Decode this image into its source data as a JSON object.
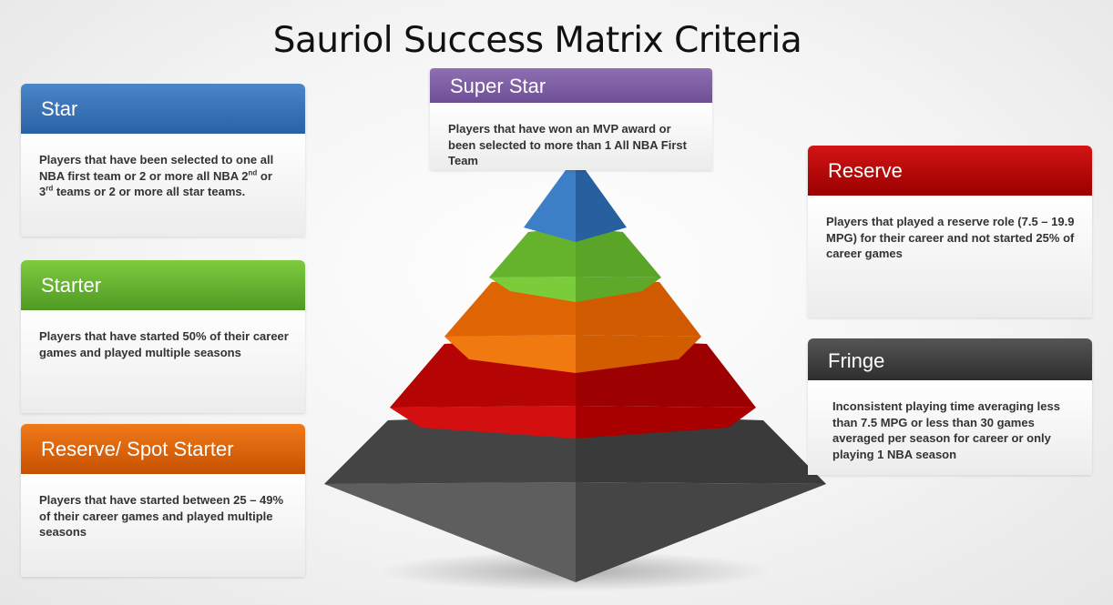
{
  "title": "Sauriol Success Matrix Criteria",
  "tiers": {
    "star": {
      "label": "Star",
      "desc_1": "Players that have been selected to one all NBA first team or 2 or more all NBA 2",
      "sup_1": "nd",
      "desc_2": " or 3",
      "sup_2": "rd",
      "desc_3": " teams or 2 or more all star teams."
    },
    "starter": {
      "label": "Starter",
      "desc": "Players that have started 50% of their career games and played multiple seasons"
    },
    "spot_starter": {
      "label": "Reserve/ Spot Starter",
      "desc": "Players that have started between 25 – 49% of their career games and played multiple seasons"
    },
    "super_star": {
      "label": "Super Star",
      "desc": "Players that have won an MVP award or been selected to more than 1 All NBA First Team"
    },
    "reserve": {
      "label": "Reserve",
      "desc": "Players that played a reserve role (7.5 – 19.9 MPG) for their career and not started 25% of career games"
    },
    "fringe": {
      "label": "Fringe",
      "desc": "Inconsistent playing time averaging less than 7.5 MPG or less than 30 games averaged per season for career  or only playing 1 NBA season"
    }
  },
  "colors": {
    "blue": "#2f6db5",
    "green": "#6abf30",
    "orange": "#e86a0a",
    "purple": "#7b5ea7",
    "red": "#c00000",
    "gray": "#3c3c3c"
  }
}
